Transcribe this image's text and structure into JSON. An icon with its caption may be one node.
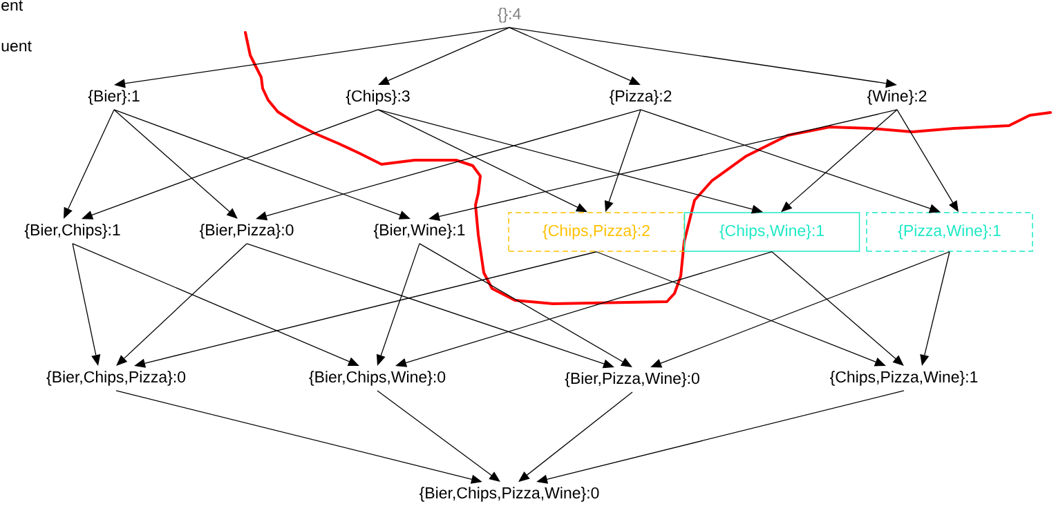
{
  "diagram": {
    "nodes": [
      {
        "text": [
          "{}:4"
        ]
      },
      {
        "text": [
          "{Bier}:1"
        ]
      },
      {
        "text": [
          "{Chips}:3"
        ]
      },
      {
        "text": [
          "{Pizza}:2"
        ]
      },
      {
        "text": [
          "{Wine}:2"
        ]
      },
      {
        "text": [
          "{Bier,Chips}:1"
        ]
      },
      {
        "text": [
          "{Bier,Pizza}:0"
        ]
      },
      {
        "text": [
          "{Bier,Wine}:1"
        ]
      },
      {
        "text": [
          "{Chips,Pizza}:2"
        ]
      },
      {
        "text": [
          "{Chips,Wine}:1"
        ]
      },
      {
        "text": [
          "{Pizza,Wine}:1"
        ]
      },
      {
        "text": [
          "{Bier,Chips,Pizza}:0"
        ]
      },
      {
        "text": [
          "{Bier,Chips,Wine}:0"
        ]
      },
      {
        "text": [
          "{Bier,Pizza,Wine}:0"
        ]
      },
      {
        "text": [
          "{Chips,Pizza,Wine}:1"
        ]
      },
      {
        "text": [
          "{Bier,Chips,Pizza,Wine}:0"
        ]
      }
    ],
    "edges": [
      {
        "from": 0,
        "to": 1,
        "arrow": "to"
      },
      {
        "from": 0,
        "to": 2,
        "arrow": "to"
      },
      {
        "from": 0,
        "to": 3,
        "arrow": "to"
      },
      {
        "from": 0,
        "to": 4,
        "arrow": "to"
      },
      {
        "from": 1,
        "to": 5,
        "arrow": "to"
      },
      {
        "from": 1,
        "to": 6,
        "arrow": "to"
      },
      {
        "from": 1,
        "to": 7,
        "arrow": "to"
      },
      {
        "from": 2,
        "to": 5,
        "arrow": "to"
      },
      {
        "from": 2,
        "to": 8,
        "arrow": "to"
      },
      {
        "from": 2,
        "to": 9,
        "arrow": "to"
      },
      {
        "from": 3,
        "to": 6,
        "arrow": "to"
      },
      {
        "from": 3,
        "to": 8,
        "arrow": "to"
      },
      {
        "from": 3,
        "to": 10,
        "arrow": "to"
      },
      {
        "from": 4,
        "to": 7,
        "arrow": "to"
      },
      {
        "from": 4,
        "to": 9,
        "arrow": "to"
      },
      {
        "from": 4,
        "to": 10,
        "arrow": "to"
      },
      {
        "from": 5,
        "to": 11,
        "arrow": "to"
      },
      {
        "from": 5,
        "to": 12,
        "arrow": "to"
      },
      {
        "from": 6,
        "to": 11,
        "arrow": "to"
      },
      {
        "from": 6,
        "to": 13,
        "arrow": "to"
      },
      {
        "from": 7,
        "to": 12,
        "arrow": "to"
      },
      {
        "from": 7,
        "to": 13,
        "arrow": "to"
      },
      {
        "from": 8,
        "to": 11,
        "arrow": "to"
      },
      {
        "from": 8,
        "to": 14,
        "arrow": "to"
      },
      {
        "from": 9,
        "to": 12,
        "arrow": "to"
      },
      {
        "from": 9,
        "to": 14,
        "arrow": "to"
      },
      {
        "from": 10,
        "to": 13,
        "arrow": "to"
      },
      {
        "from": 10,
        "to": 14,
        "arrow": "to"
      },
      {
        "from": 11,
        "to": 15,
        "arrow": "to"
      },
      {
        "from": 12,
        "to": 15,
        "arrow": "to"
      },
      {
        "from": 13,
        "to": 15,
        "arrow": "to"
      },
      {
        "from": 14,
        "to": 15,
        "arrow": "to"
      }
    ],
    "labels": [
      "ent",
      "uent"
    ]
  }
}
